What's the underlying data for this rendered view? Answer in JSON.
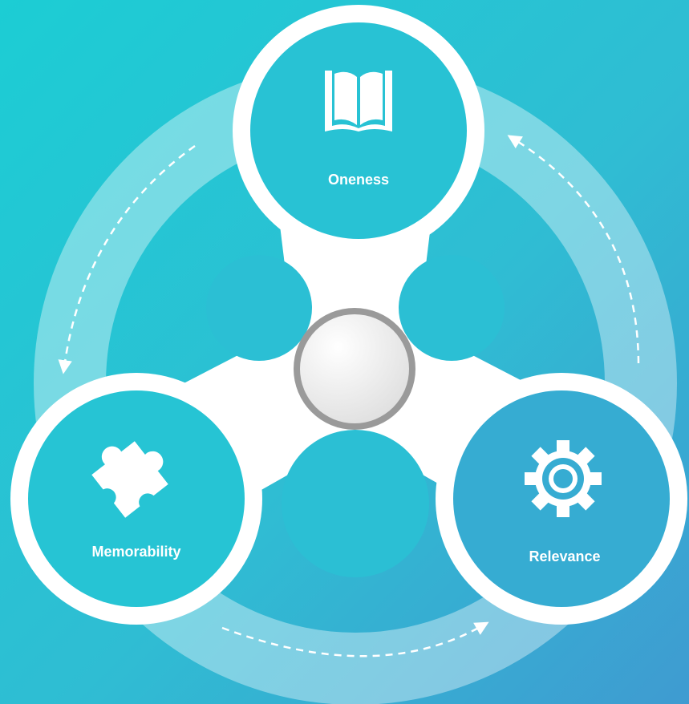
{
  "colors": {
    "background_start": "#1ccdd4",
    "background_end": "#3f9bd1",
    "ring": "#ffffff",
    "spinner_body": "#ffffff",
    "hub_border": "#9a9a9a",
    "label_text": "#ffffff"
  },
  "diagram": {
    "nodes": [
      {
        "id": "oneness",
        "label": "Oneness",
        "icon": "open-book-icon"
      },
      {
        "id": "memorability",
        "label": "Memorability",
        "icon": "puzzle-piece-icon"
      },
      {
        "id": "relevance",
        "label": "Relevance",
        "icon": "gear-icon"
      }
    ],
    "cycle": [
      {
        "from": "oneness",
        "to": "memorability"
      },
      {
        "from": "memorability",
        "to": "relevance"
      },
      {
        "from": "relevance",
        "to": "oneness"
      }
    ],
    "hub": {
      "icon": "center-hub"
    }
  }
}
